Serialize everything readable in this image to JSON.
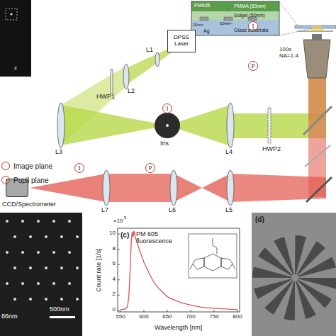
{
  "diagram": {
    "nodes": [
      {
        "text": [
          "DPSS Laser"
        ]
      },
      {
        "text": [
          "CCD/Spectrometer"
        ]
      },
      {
        "text": [
          "I"
        ]
      },
      {
        "text": [
          "I"
        ]
      },
      {
        "text": [
          "P"
        ]
      },
      {
        "text": [
          "I"
        ]
      },
      {
        "text": [
          "P"
        ]
      }
    ],
    "labels": [
      "L1",
      "HWP1",
      "L2",
      "L3",
      "Iris",
      "L4",
      "HWP2",
      "L5",
      "L6",
      "L7",
      "100x NA=1.4",
      "PM605",
      "PMMA (50nm)",
      "Solgel (50nm)",
      "62nm",
      "20nm",
      "Ag",
      "Glass substrate",
      "z",
      "86nm",
      "500nm",
      "(c)",
      "PM 605 fluorescence",
      "×10",
      "5",
      "Count rate [1/s]",
      "Wavelength [nm]",
      "0",
      "2",
      "4",
      "6",
      "8",
      "10",
      "550",
      "600",
      "650",
      "700",
      "750",
      "800",
      "(d)"
    ],
    "legend": [
      {
        "text": "Image plane"
      },
      {
        "text": "Pupil plane"
      }
    ]
  }
}
